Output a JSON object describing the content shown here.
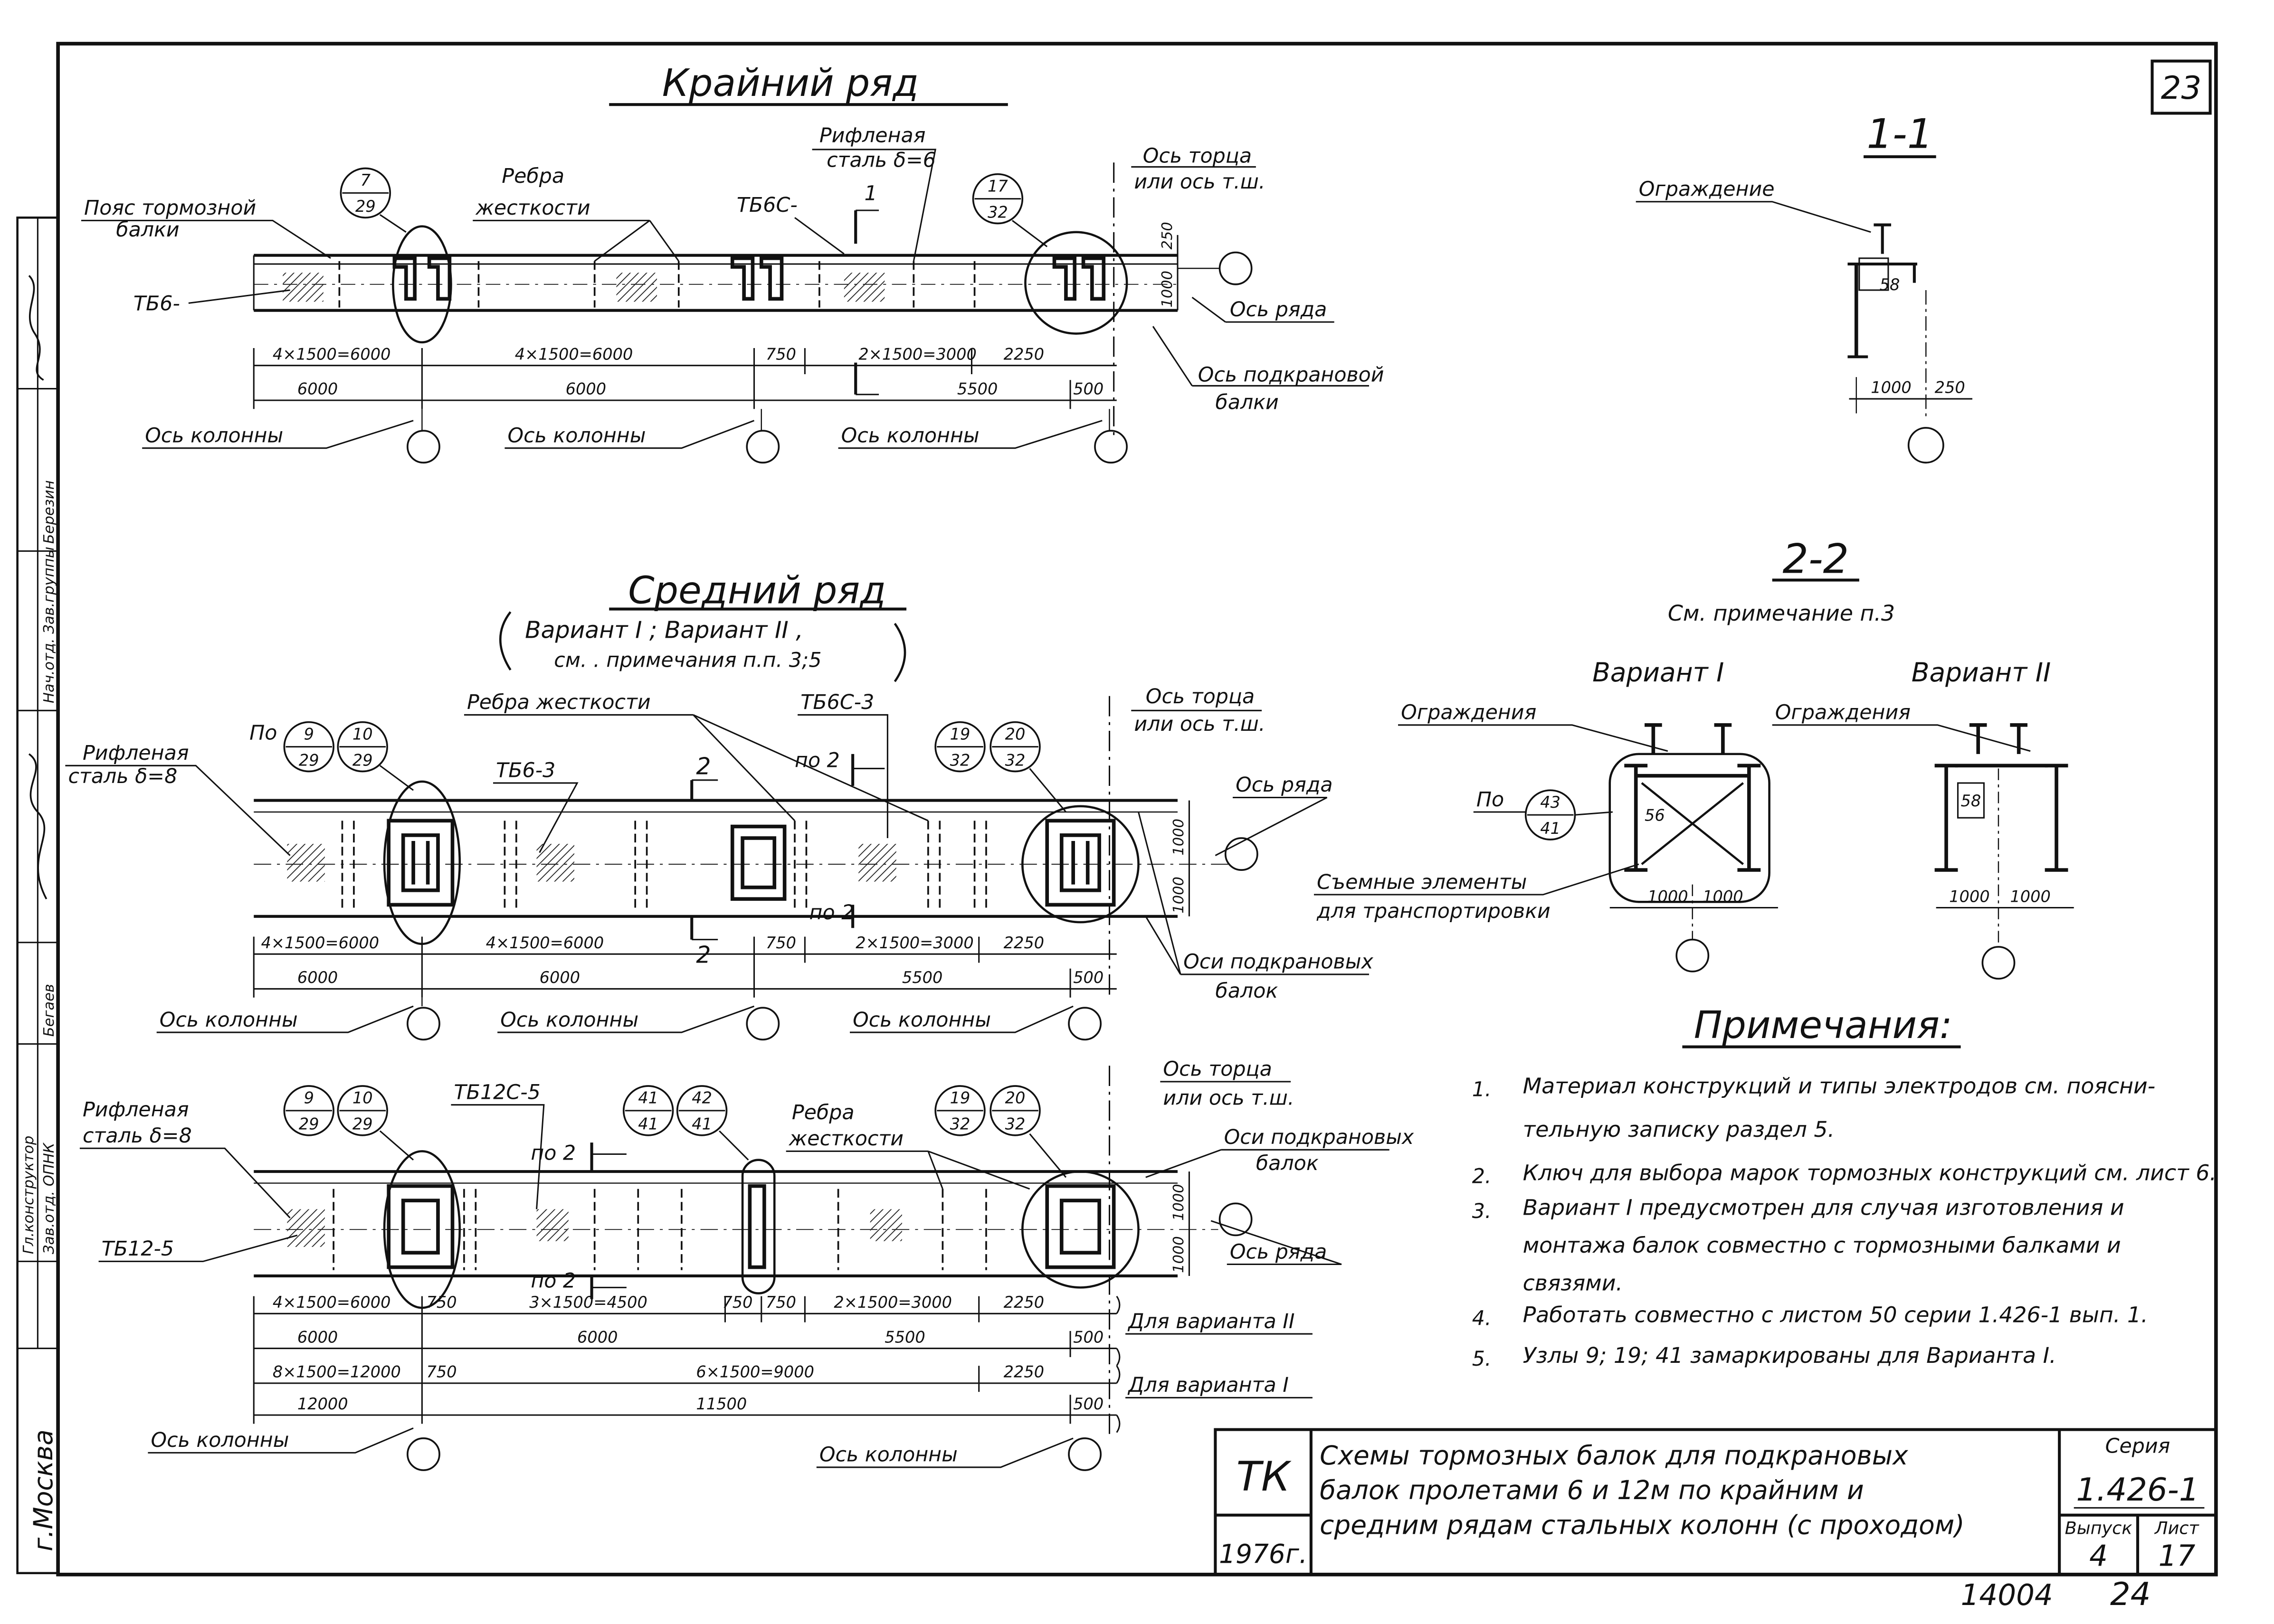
{
  "sheet": {
    "number": "23",
    "bottom_code": "14004",
    "bottom_page": "24"
  },
  "side_stamp": {
    "cells": [
      "Зав.отд. ОПНК",
      "Гл.конструктор",
      "Бегаев",
      "Нач.отд. Зав.группы",
      "Березин"
    ],
    "city": "г.Москва"
  },
  "krainy": {
    "title": "Крайний ряд",
    "labels": {
      "poyas": "Пояс тормозной",
      "poyas2": "балки",
      "rebra": "Ребра",
      "rebra2": "жесткости",
      "rifl": "Рифленая",
      "rifl2": "сталь δ=6",
      "tb6c": "ТБ6С-",
      "tb6": "ТБ6-",
      "os_torca": "Ось торца",
      "os_torca2": "или ось т.ш.",
      "os_ryada": "Ось ряда",
      "os_podkr": "Ось подкрановой",
      "os_podkr2": "балки",
      "os_kol": "Ось колонны"
    },
    "nodes": [
      {
        "top": "7",
        "bot": "29"
      },
      {
        "top": "17",
        "bot": "32"
      }
    ],
    "cut_mark": "1",
    "dims_top": [
      "4×1500=6000",
      "4×1500=6000",
      "750",
      "2×1500=3000",
      "2250"
    ],
    "dims_bot": [
      "6000",
      "6000",
      "5500",
      "500"
    ],
    "vert_dims": [
      "250",
      "1000"
    ]
  },
  "section11": {
    "title": "1-1",
    "ograzhdenie": "Ограждение",
    "d58": "58",
    "d1000": "1000",
    "d250": "250"
  },
  "sredny": {
    "title": "Средний ряд",
    "sub1": "Вариант I ;   Вариант II ,",
    "sub2": "см. . примечания  п.п. 3;5",
    "labels": {
      "rebra": "Ребра жесткости",
      "tb6c3": "ТБ6С-3",
      "tb63": "ТБ6-3",
      "rifl": "Рифленая",
      "rifl2": "сталь δ=8",
      "po": "По",
      "po2a": "по 2",
      "po2b": "по 2",
      "cut": "2",
      "os_torca": "Ось торца",
      "os_torca2": "или ось т.ш.",
      "os_ryada": "Ось ряда",
      "osi_podkr": "Оси подкрановых",
      "osi_podkr2": "балок",
      "os_kol": "Ось колонны"
    },
    "nodes": [
      {
        "top": "9",
        "bot": "29"
      },
      {
        "top": "10",
        "bot": "29"
      },
      {
        "top": "19",
        "bot": "32"
      },
      {
        "top": "20",
        "bot": "32"
      }
    ],
    "dims_top": [
      "4×1500=6000",
      "4×1500=6000",
      "750",
      "2×1500=3000",
      "2250"
    ],
    "dims_bot": [
      "6000",
      "6000",
      "5500",
      "500"
    ],
    "vert_dims": [
      "1000",
      "1000"
    ]
  },
  "third": {
    "labels": {
      "tb12c5": "ТБ12С-5",
      "tb125": "ТБ12-5",
      "rifl": "Рифленая",
      "rifl2": "сталь δ=8",
      "rebra": "Ребра",
      "rebra2": "жесткости",
      "po2a": "по 2",
      "po2b": "по 2",
      "os_torca": "Ось торца",
      "os_torca2": "или ось т.ш.",
      "osi_podkr": "Оси подкрановых",
      "osi_podkr2": "балок",
      "os_ryada": "Ось ряда",
      "dlya2": "Для варианта II",
      "dlya1": "Для варианта I",
      "os_kol": "Ось колонны"
    },
    "nodes": [
      {
        "top": "9",
        "bot": "29"
      },
      {
        "top": "10",
        "bot": "29"
      },
      {
        "top": "41",
        "bot": "41"
      },
      {
        "top": "42",
        "bot": "41"
      },
      {
        "top": "19",
        "bot": "32"
      },
      {
        "top": "20",
        "bot": "32"
      }
    ],
    "dims_r1": [
      "4×1500=6000",
      "750",
      "3×1500=4500",
      "750",
      "750",
      "2×1500=3000",
      "2250"
    ],
    "dims_r2": [
      "6000",
      "6000",
      "5500",
      "500"
    ],
    "dims_r3": [
      "8×1500=12000",
      "750",
      "6×1500=9000",
      "2250"
    ],
    "dims_r4": [
      "12000",
      "11500",
      "500"
    ],
    "vert_dims": [
      "1000",
      "1000"
    ]
  },
  "section22": {
    "title": "2-2",
    "note": "См. примечание  п.3",
    "var1": "Вариант I",
    "var2": "Вариант II",
    "ograzhd1": "Ограждения",
    "ograzhd2": "Ограждения",
    "po": "По",
    "node": {
      "top": "43",
      "bot": "41"
    },
    "d56": "56",
    "d58": "58",
    "semnye": "Съемные  элементы",
    "semnye2": "для  транспортировки",
    "dims1": [
      "1000",
      "1000"
    ],
    "dims2": [
      "1000",
      "1000"
    ]
  },
  "notes": {
    "title": "Примечания:",
    "items": [
      {
        "n": "1.",
        "lines": [
          "Материал  конструкций  и типы  электродов  см. поясни-",
          "тельную  записку  раздел 5."
        ]
      },
      {
        "n": "2.",
        "lines": [
          "Ключ  для  выбора  марок  тормозных  конструкций  см. лист 6."
        ]
      },
      {
        "n": "3.",
        "lines": [
          "Вариант I  предусмотрен  для  случая  изготовления  и",
          "монтажа  балок  совместно  с тормозными  балками и",
          "связями."
        ]
      },
      {
        "n": "4.",
        "lines": [
          "Работать  совместно  с листом 50  серии 1.426-1  вып. 1."
        ]
      },
      {
        "n": "5.",
        "lines": [
          "Узлы  9; 19; 41  замаркированы  для  Варианта I."
        ]
      }
    ]
  },
  "title_block": {
    "tk": "ТК",
    "year": "1976г.",
    "desc": [
      "Схемы  тормозных  балок  для подкрановых",
      "балок   пролетами 6 и 12м   по крайним   и",
      "средним  рядам   стальных   колонн (с проходом)"
    ],
    "seria_label": "Серия",
    "seria": "1.426-1",
    "vypusk_label": "Выпуск",
    "vypusk": "4",
    "list_label": "Лист",
    "list": "17"
  }
}
